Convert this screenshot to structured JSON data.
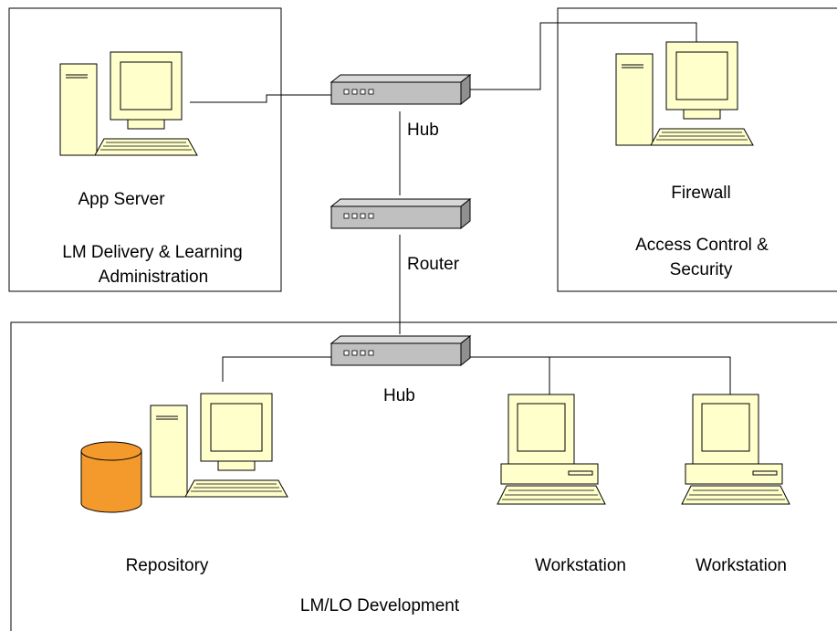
{
  "labels": {
    "app_server": "App Server",
    "lm_delivery_line1": "LM Delivery & Learning",
    "lm_delivery_line2": "Administration",
    "hub_top": "Hub",
    "router": "Router",
    "firewall": "Firewall",
    "access_control_line1": "Access Control &",
    "access_control_line2": "Security",
    "hub_bottom": "Hub",
    "repository": "Repository",
    "workstation_1": "Workstation",
    "workstation_2": "Workstation",
    "lm_lo_development": "LM/LO Development"
  },
  "colors": {
    "monitor_fill": "#ffffcc",
    "device_fill": "#c0c0c0",
    "database_fill": "#f49a2c",
    "line": "#000000"
  }
}
